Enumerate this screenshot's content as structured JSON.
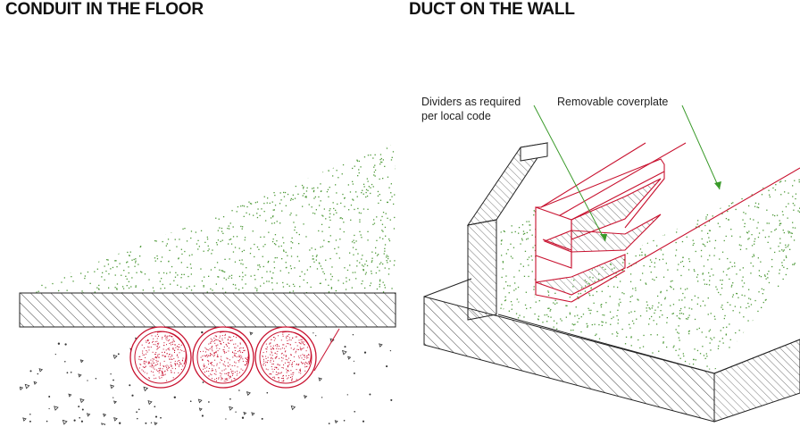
{
  "left_panel": {
    "title": "CONDUIT IN THE FLOOR"
  },
  "right_panel": {
    "title": "DUCT ON THE WALL",
    "callouts": {
      "dividers_line1": "Dividers as required",
      "dividers_line2": "per local code",
      "coverplate": "Removable coverplate"
    }
  },
  "colors": {
    "conduit": "#c8102e",
    "speckle": "#4f9a3a",
    "leader": "#3a9a2a",
    "outline": "#222222",
    "hatch": "#444444"
  },
  "icons": [
    "concrete-slab-hatch",
    "gravel-fill-texture",
    "conduit-pipe",
    "wall-duct-channel"
  ]
}
